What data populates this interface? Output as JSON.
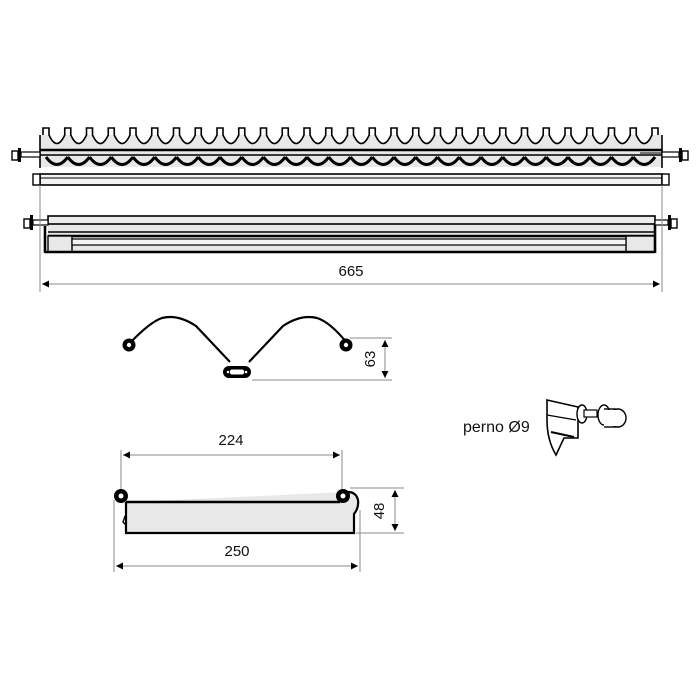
{
  "drawing": {
    "colors": {
      "line": "#000000",
      "fill": "#e8e8e8",
      "dimension": "#8a8a8a",
      "text": "#111111",
      "background": "#ffffff"
    },
    "top_view": {
      "tooth_count": 29,
      "overall_width_label": "665"
    },
    "wire_profile": {
      "height_label": "63"
    },
    "pin_detail": {
      "label": "perno Ø9"
    },
    "side_profile": {
      "inner_width_label": "224",
      "outer_width_label": "250",
      "height_label": "48"
    }
  }
}
